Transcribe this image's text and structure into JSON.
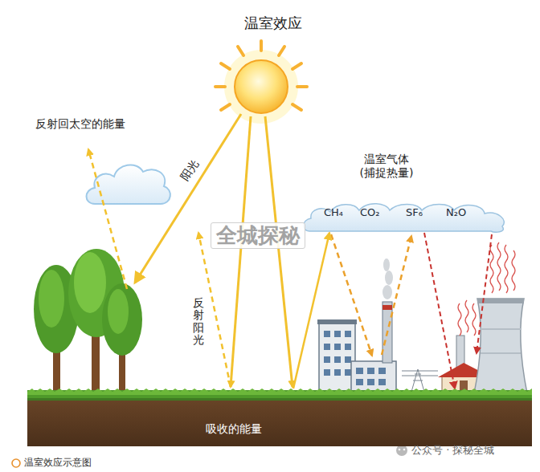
{
  "diagram": {
    "title": "温室效应",
    "caption": "温室效应示意图",
    "nodes": [
      {
        "text": [
          "温室气体 (捕捉热量)",
          "CH₄",
          "CO₂",
          "SF₆",
          "N₂O"
        ]
      },
      {
        "text": [
          "吸收的能量"
        ]
      }
    ],
    "edges": [
      {
        "from": 1,
        "to": 0,
        "arrow": "to"
      },
      {
        "from": 0,
        "to": 1,
        "arrow": "to"
      }
    ],
    "labels": [
      "反射回太空的能量",
      "阳光",
      "反射阳光",
      "全城探秘",
      "公众号 · 探秘全城"
    ]
  }
}
